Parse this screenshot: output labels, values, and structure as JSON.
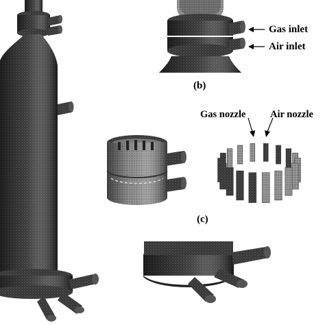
{
  "labels": {
    "gas_inlet": "Gas inlet",
    "air_inlet": "Air inlet",
    "gas_nozzle": "Gas nozzle",
    "air_nozzle": "Air nozzle",
    "panel_b": "(b)",
    "panel_c": "(c)"
  },
  "colors": {
    "mesh_dark": "#2b2b2b",
    "mesh_mid": "#5a5a5a",
    "mesh_light": "#9a9a9a",
    "line": "#000000",
    "background": "#ffffff"
  }
}
